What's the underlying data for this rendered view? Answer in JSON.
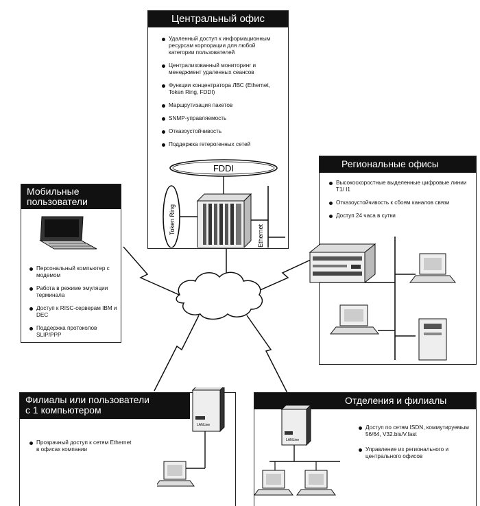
{
  "central_office": {
    "title": "Центральный офис",
    "items": [
      "Удаленный доступ к информационным ресурсам корпорации для любой категории пользователей",
      "Централизованный мониторинг и менеджмент удаленных сеансов",
      "Функции концентратора ЛВС (Ethernet, Token Ring, FDDI)",
      "Маршрутизация пакетов",
      "SNMP-управляемость",
      "Отказоустойчивость",
      "Поддержка гетерогенных сетей"
    ],
    "fddi_label": "FDDI",
    "token_ring_label": "Token Ring",
    "ethernet_label": "Ethernet"
  },
  "mobile_users": {
    "title_line1": "Мобильные",
    "title_line2": "пользователи",
    "items": [
      "Персональный компьютер с модемом",
      "Работа в режиме эмуляции терминала",
      "Доступ к RISC-серверам IBM и DEC",
      "Поддержка протоколов SLIP/PPP"
    ]
  },
  "regional_offices": {
    "title": "Региональные офисы",
    "items": [
      "Высокоскоростные выделенные цифровые линии T1/ I1",
      "Отказоустойчивость к сбоям каналов связи",
      "Доступ 24 часа в сутки"
    ]
  },
  "branches_single": {
    "title_line1": "Филиалы или пользователи",
    "title_line2": "с 1 компьютером",
    "items": [
      "Прозрачный доступ к сетям Ethernet в офисах компании"
    ],
    "device_label": "LANLine"
  },
  "branches": {
    "title": "Отделения и филиалы",
    "items": [
      "Доступ по сетям ISDN, коммутируемым 56/64, V32.bis/V.fast",
      "Управление из регионального и центрального офисов"
    ],
    "device_label": "LANLine"
  },
  "colors": {
    "title_bg": "#111111",
    "line": "#111111"
  }
}
